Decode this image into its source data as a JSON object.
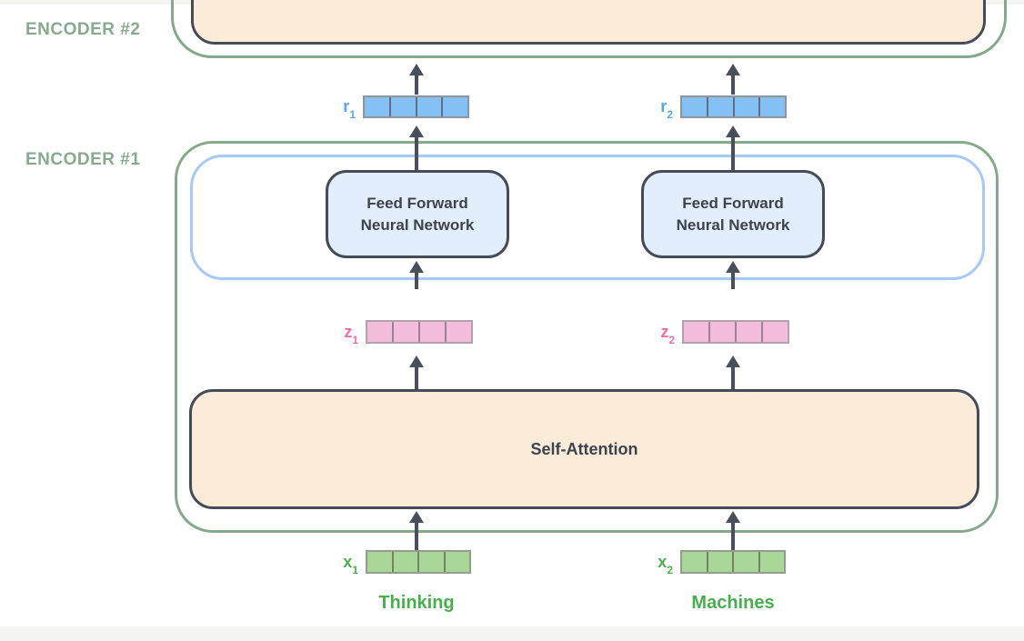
{
  "labels": {
    "encoder2": "ENCODER #2",
    "encoder1": "ENCODER #1",
    "ff_line1": "Feed Forward",
    "ff_line2": "Neural Network",
    "self_attention": "Self-Attention"
  },
  "columns": [
    {
      "word": "Thinking",
      "x_label": {
        "base": "x",
        "sub": "1"
      },
      "z_label": {
        "base": "z",
        "sub": "1"
      },
      "r_label": {
        "base": "r",
        "sub": "1"
      }
    },
    {
      "word": "Machines",
      "x_label": {
        "base": "x",
        "sub": "2"
      },
      "z_label": {
        "base": "z",
        "sub": "2"
      },
      "r_label": {
        "base": "r",
        "sub": "2"
      }
    }
  ],
  "vector_cell_count": 4,
  "colors": {
    "encoder_border": "#85a98b",
    "encoder_label": "#87aa8e",
    "peach_fill": "#fbecd9",
    "dark_border": "#454b57",
    "dark_text": "#3d434e",
    "blue_container_border": "#a7c9f4",
    "ff_fill": "#e3eefc",
    "arrow": "#4a505b",
    "r_fill": "#84c0f4",
    "r_accent": "#57a7e9",
    "z_fill": "#f3bcda",
    "z_accent": "#f06fab",
    "x_fill": "#a9d797",
    "x_accent": "#4fad52",
    "word_green": "#48ae4e",
    "strip": "#f4f4f2"
  }
}
